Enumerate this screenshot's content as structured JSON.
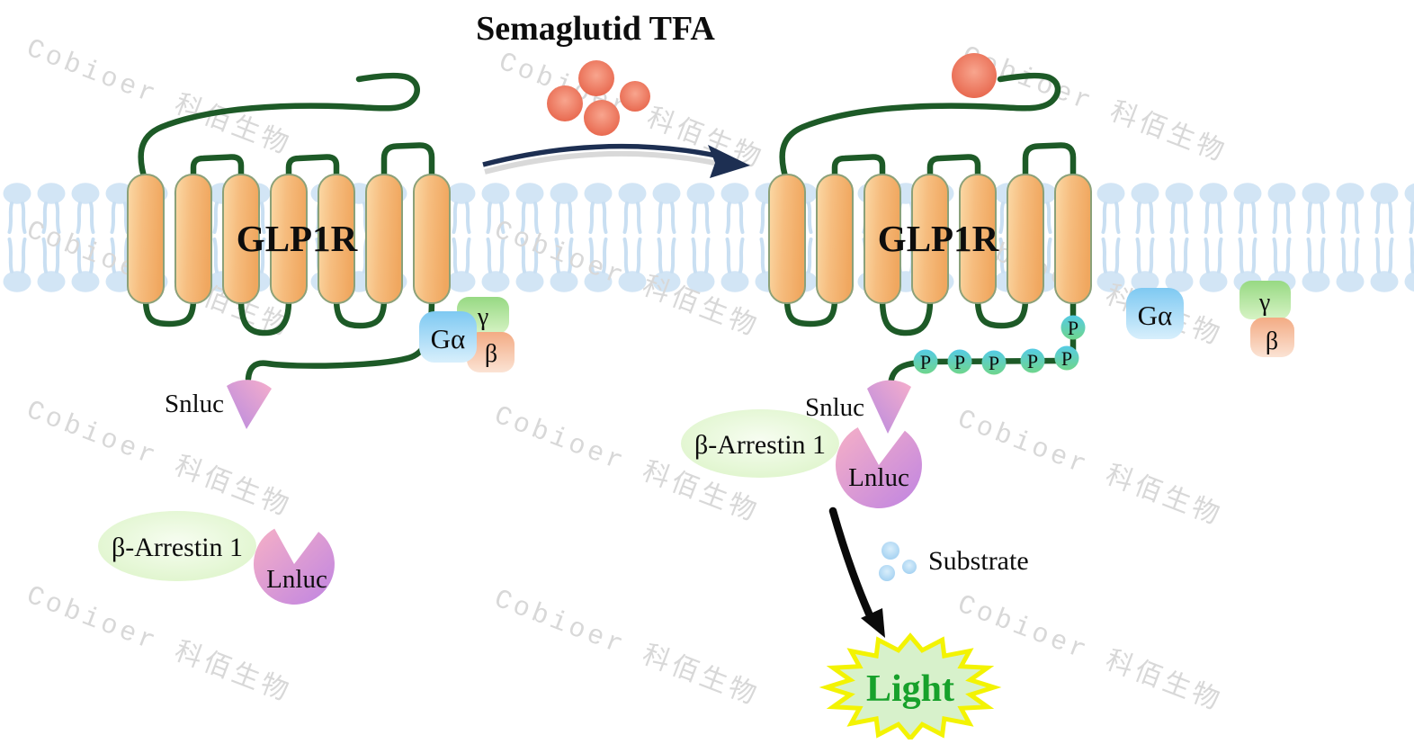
{
  "title": "Semaglutid TFA",
  "watermark_text": "Cobioer 科佰生物",
  "receptor_left": {
    "label": "GLP1R"
  },
  "receptor_right": {
    "label": "GLP1R"
  },
  "g_protein_left": {
    "g_alpha": "Gα",
    "gamma": "γ",
    "beta": "β"
  },
  "g_protein_right": {
    "g_alpha": "Gα",
    "gamma": "γ",
    "beta": "β"
  },
  "left_complex": {
    "snluc_label": "Snluc",
    "arrestin_label": "β-Arrestin 1",
    "lnluc_label": "Lnluc"
  },
  "right_complex": {
    "snluc_label": "Snluc",
    "arrestin_label": "β-Arrestin 1",
    "lnluc_label": "Lnluc"
  },
  "phosphorylation": {
    "label": "P",
    "count": 6
  },
  "substrate": {
    "label": "Substrate"
  },
  "light": {
    "label": "Light"
  },
  "colors": {
    "membrane_head": "#d2e5f5",
    "membrane_tail": "#c9dff2",
    "helix_fill": "#f5bd7e",
    "helix_stroke": "#8ba179",
    "loop_green": "#1d5a27",
    "ligand_red": "#e55d43",
    "g_alpha_blue": "#7ec9f2",
    "gamma_green": "#97d983",
    "beta_salmon": "#f3ab84",
    "phosphate_cyan_green": "#55cbe4",
    "snluc_pink_purple": "#f6aecb",
    "lnluc_pink_purple": "#bf84e2",
    "arrestin_green": "#d9f3c3",
    "star_yellow": "#f3f303",
    "light_text_green": "#17a12b",
    "arrow_navy": "#1d2f52",
    "watermark_gray": "#d8d8d8"
  }
}
